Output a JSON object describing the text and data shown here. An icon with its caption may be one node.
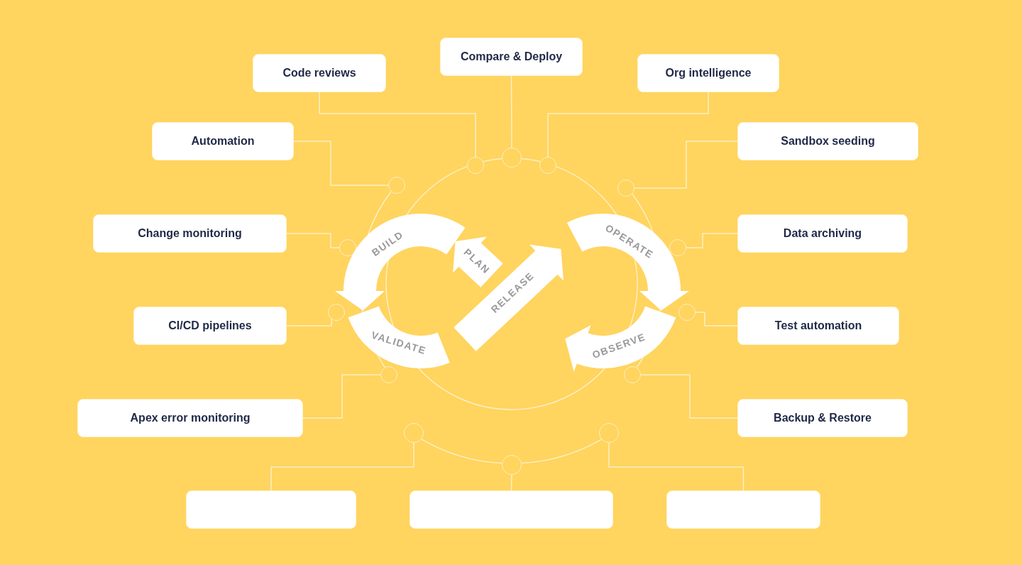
{
  "diagram": {
    "nodes": [
      {
        "text": [
          "Compare & Deploy"
        ]
      },
      {
        "text": [
          "Code reviews"
        ]
      },
      {
        "text": [
          "Org intelligence"
        ]
      },
      {
        "text": [
          "Automation"
        ]
      },
      {
        "text": [
          "Sandbox seeding"
        ]
      },
      {
        "text": [
          "Change monitoring"
        ]
      },
      {
        "text": [
          "Data archiving"
        ]
      },
      {
        "text": [
          "CI/CD pipelines"
        ]
      },
      {
        "text": [
          "Test automation"
        ]
      },
      {
        "text": [
          "Apex error monitoring"
        ]
      },
      {
        "text": [
          "Backup & Restore"
        ]
      },
      {
        "text": [],
        "shape": "box"
      },
      {
        "text": [],
        "shape": "box"
      },
      {
        "text": [],
        "shape": "box"
      },
      {
        "text": [],
        "shape": "circle"
      },
      {
        "text": [],
        "shape": "circle"
      },
      {
        "text": [],
        "shape": "circle"
      },
      {
        "text": [],
        "shape": "circle"
      },
      {
        "text": [],
        "shape": "circle"
      },
      {
        "text": [],
        "shape": "circle"
      },
      {
        "text": [],
        "shape": "circle"
      },
      {
        "text": [],
        "shape": "circle"
      },
      {
        "text": [],
        "shape": "circle"
      },
      {
        "text": [],
        "shape": "circle"
      },
      {
        "text": [],
        "shape": "circle"
      },
      {
        "text": [],
        "shape": "circle"
      },
      {
        "text": [],
        "shape": "circle"
      },
      {
        "text": [],
        "shape": "circle"
      }
    ],
    "edges": [
      {
        "from": 0,
        "to": 14,
        "arrow": "none"
      },
      {
        "from": 1,
        "to": 15,
        "arrow": "none"
      },
      {
        "from": 2,
        "to": 16,
        "arrow": "none"
      },
      {
        "from": 3,
        "to": 17,
        "arrow": "none"
      },
      {
        "from": 4,
        "to": 18,
        "arrow": "none"
      },
      {
        "from": 5,
        "to": 19,
        "arrow": "none"
      },
      {
        "from": 6,
        "to": 20,
        "arrow": "none"
      },
      {
        "from": 7,
        "to": 21,
        "arrow": "none"
      },
      {
        "from": 8,
        "to": 22,
        "arrow": "none"
      },
      {
        "from": 9,
        "to": 23,
        "arrow": "none"
      },
      {
        "from": 10,
        "to": 24,
        "arrow": "none"
      },
      {
        "from": 11,
        "to": 25,
        "arrow": "none"
      },
      {
        "from": 12,
        "to": 26,
        "arrow": "none"
      },
      {
        "from": 13,
        "to": 27,
        "arrow": "none"
      },
      {
        "from": 15,
        "to": 14,
        "arrow": "none"
      },
      {
        "from": 14,
        "to": 16,
        "arrow": "none"
      },
      {
        "from": 16,
        "to": 15,
        "arrow": "none"
      },
      {
        "from": 17,
        "to": 23,
        "arrow": "none"
      },
      {
        "from": 18,
        "to": 24,
        "arrow": "none"
      },
      {
        "from": 25,
        "to": 26,
        "arrow": "none"
      },
      {
        "from": 26,
        "to": 27,
        "arrow": "none"
      }
    ],
    "labels": [
      "BUILD",
      "OPERATE",
      "PLAN",
      "RELEASE",
      "VALIDATE",
      "OBSERVE"
    ]
  }
}
